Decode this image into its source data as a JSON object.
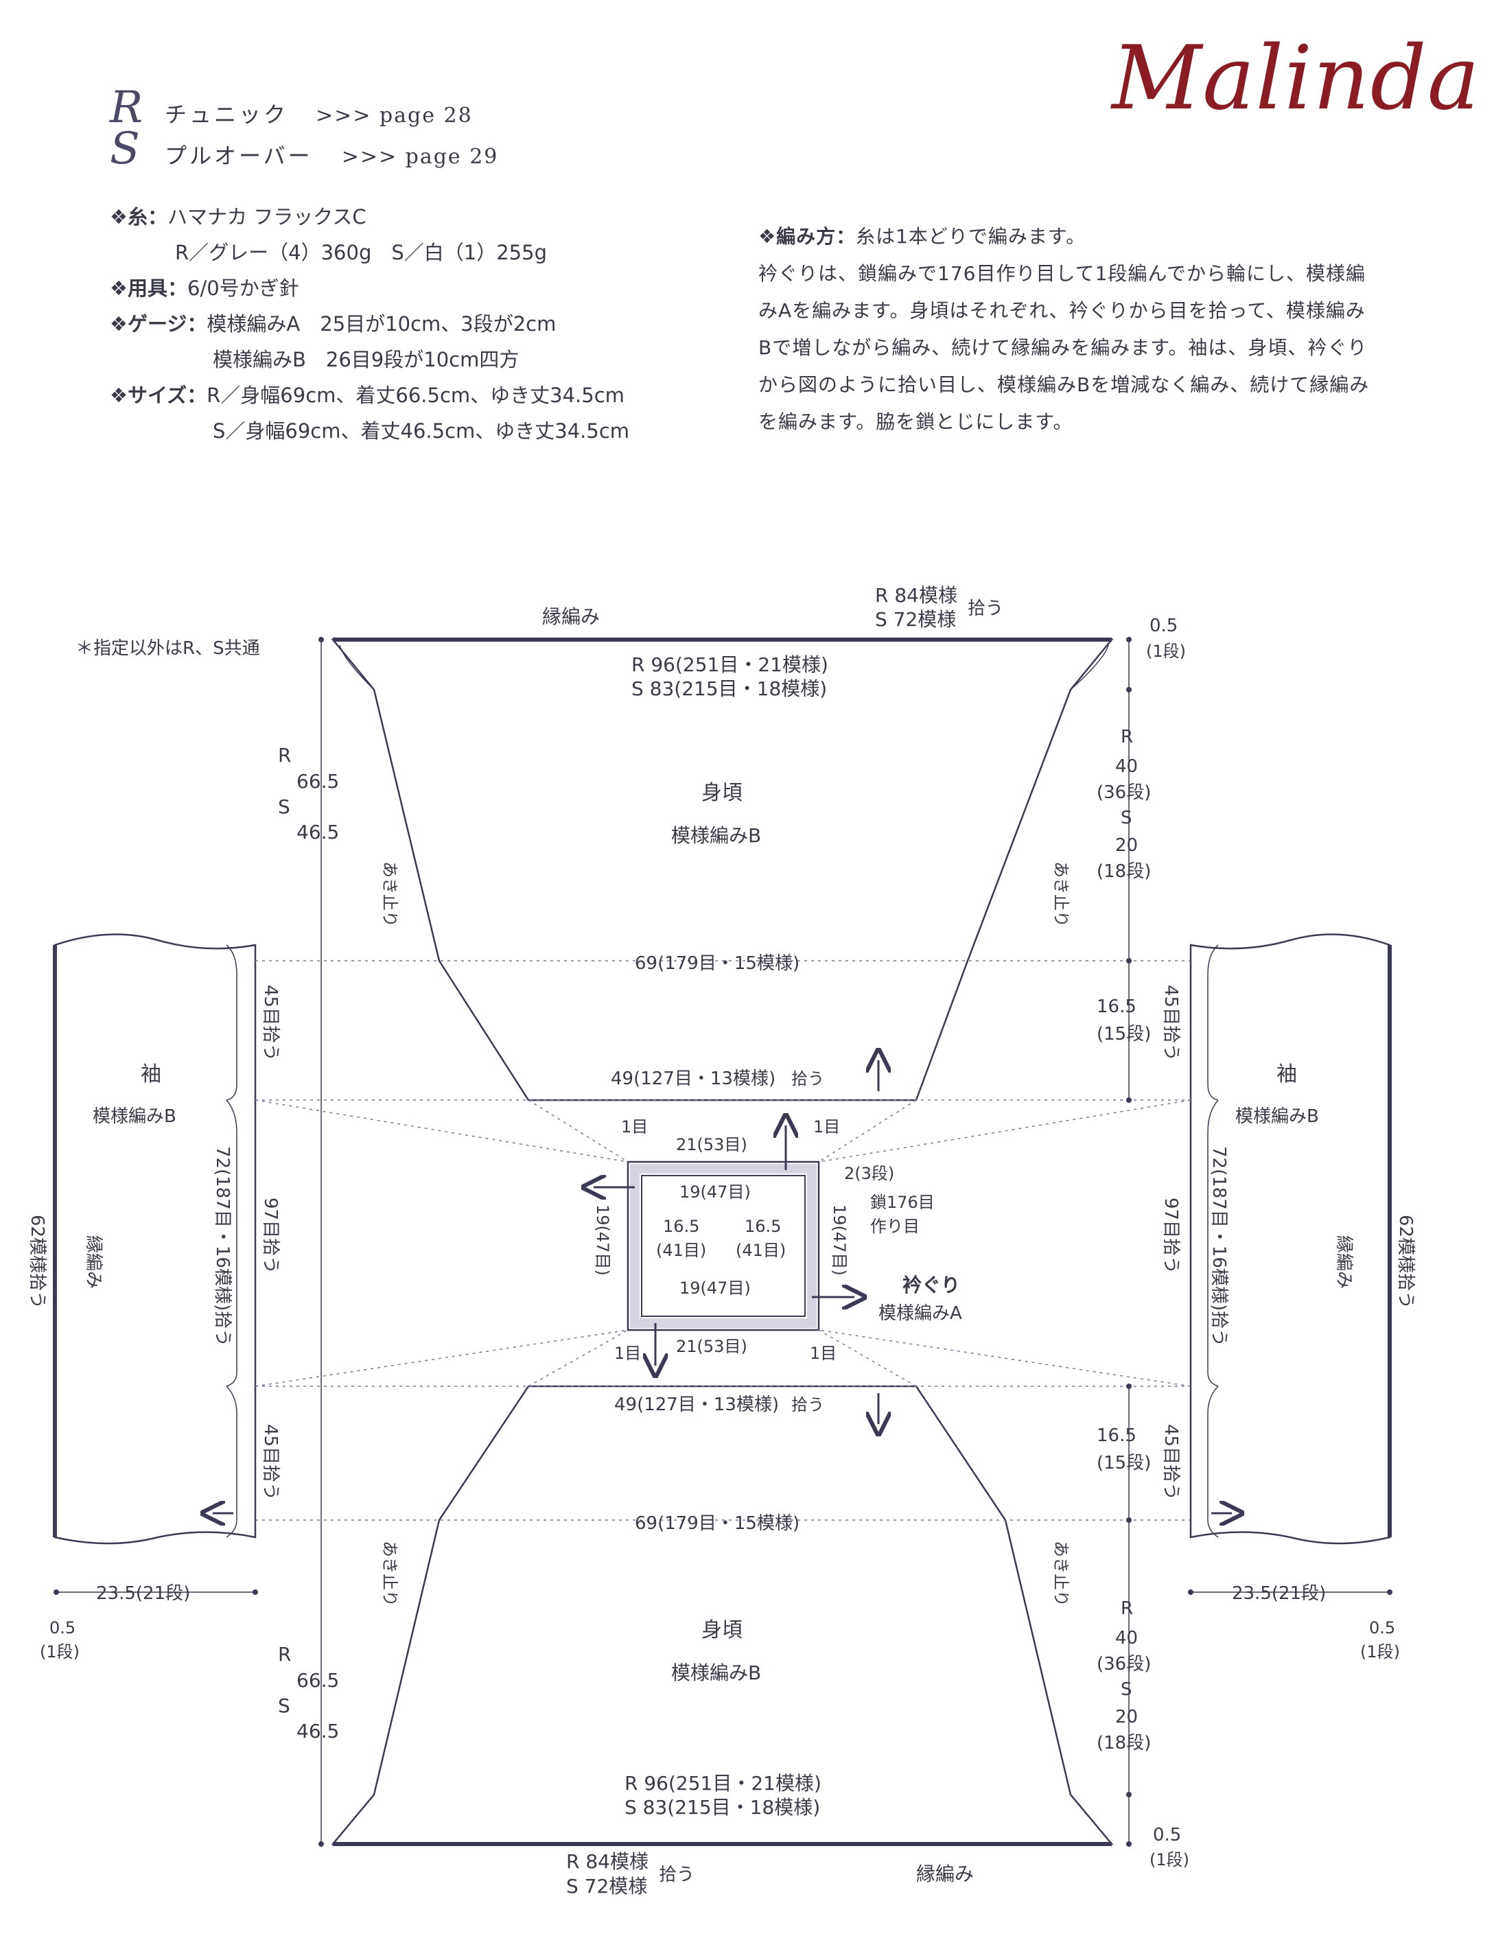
{
  "brand": "Malinda",
  "refs": [
    {
      "letter": "R",
      "name": "チュニック",
      "page": ">>> page 28"
    },
    {
      "letter": "S",
      "name": "プルオーバー",
      "page": ">>> page 29"
    }
  ],
  "specs": {
    "yarn_label": "❖糸：",
    "yarn": "ハマナカ フラックスC",
    "yarn_detail": "R／グレー（4）360g　S／白（1）255g",
    "tool_label": "❖用具：",
    "tool": "6/0号かぎ針",
    "gauge_label": "❖ゲージ：",
    "gauge_a": "模様編みA　25目が10cm、3段が2cm",
    "gauge_b": "模様編みB　26目9段が10cm四方",
    "size_label": "❖サイズ：",
    "size_r": "R／身幅69cm、着丈66.5cm、ゆき丈34.5cm",
    "size_s": "S／身幅69cm、着丈46.5cm、ゆき丈34.5cm"
  },
  "howto": {
    "label": "❖編み方：",
    "lead": "糸は1本どりで編みます。",
    "body": "衿ぐりは、鎖編みで176目作り目して1段編んでから輪にし、模様編みAを編みます。身頃はそれぞれ、衿ぐりから目を拾って、模様編みBで増しながら編み、続けて縁編みを編みます。袖は、身頃、衿ぐりから図のように拾い目し、模様編みBを増減なく編み、続けて縁編みを編みます。脇を鎖とじにします。"
  },
  "diagram": {
    "note": "＊指定以外はR、S共通",
    "edge": "縁編み",
    "top_pick_r": "R 84模様",
    "top_pick_s": "S 72模様",
    "pick": "拾う",
    "top_w_r": "R 96(251目・21模様)",
    "top_w_s": "S 83(215目・18模様)",
    "h_r": "R",
    "h_r_val": "66.5",
    "h_s": "S",
    "h_s_val": "46.5",
    "body": "身頃",
    "pattern_b": "模様編みB",
    "opening": "あき止り",
    "w69": "69(179目・15模様)",
    "w49_top": "49(127目・13模様)",
    "w49_bot": "49(127目・13模様)",
    "side_r": "R",
    "side_r_val": "40",
    "side_r_rows": "(36段)",
    "side_s": "S",
    "side_s_val": "20",
    "side_s_rows": "(18段)",
    "edge_05": "0.5",
    "edge_1row": "(1段)",
    "s165": "16.5",
    "s15rows": "(15段)",
    "sleeve": "袖",
    "pick45": "45目拾う",
    "pick97": "97目拾う",
    "sleeve_w": "72(187目・16模様)拾う",
    "pick62": "62模様拾う",
    "sleeve_edge": "縁編み",
    "len235": "23.5(21段)",
    "collar_21": "21(53目)",
    "collar_19": "19(47目)",
    "collar_165": "16.5",
    "collar_41": "(41目)",
    "collar_2rows": "2(3段)",
    "chain176": "鎖176目",
    "cast_on": "作り目",
    "st1": "1目",
    "neckline": "衿ぐり",
    "pattern_a": "模様編みA"
  }
}
